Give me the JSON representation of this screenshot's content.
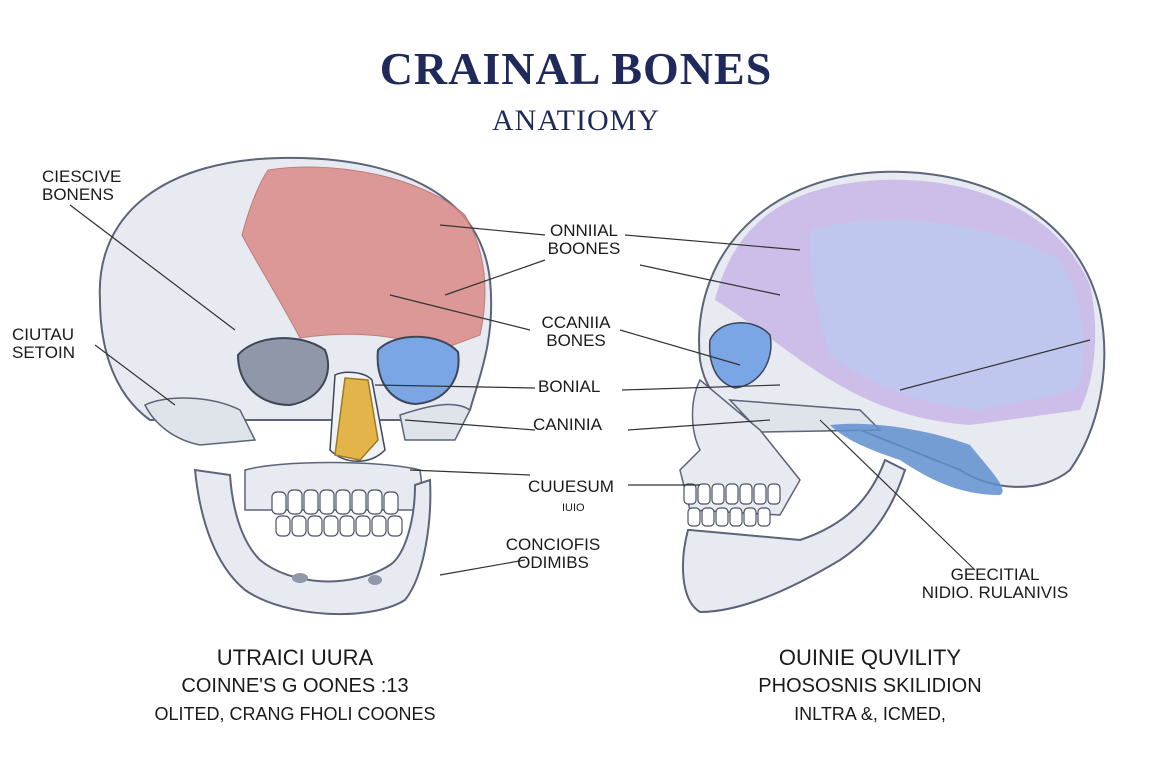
{
  "header": {
    "title": "CRAINAL BONES",
    "subtitle": "ANATIOMY"
  },
  "labels": {
    "top_left": [
      "CIESCIVE",
      "BONENS"
    ],
    "mid_left": [
      "CIUTAU",
      "SETOIN"
    ],
    "center_1": [
      "ONNIIAL",
      "BOONES"
    ],
    "center_2": [
      "CCANIIA",
      "BONES"
    ],
    "center_3": "BONIAL",
    "center_4": "CANINIA",
    "center_5": "CUUESUM",
    "center_5_small": "IUIO",
    "center_6": [
      "CONCIOFIS",
      "ODIMIBS"
    ],
    "right": [
      "GEECITIAL",
      "NIDIO. RULANIVIS"
    ]
  },
  "captions": {
    "left": [
      "UTRAICI UURA",
      "COINNE'S G OONES :13",
      "OLITED, CRANG FHOLI COONES"
    ],
    "right": [
      "OUINIE QUVILITY",
      "PHOSOSNIS SKILIDION",
      "INLTRA &, ICMED,"
    ]
  },
  "colors": {
    "title": "#1f2a5a",
    "frontal_bone": "#d98a88",
    "parietal_bone": "#c9b9e8",
    "nasal_bone": "#e2b44a",
    "orbit_blue": "#7aa6e6",
    "skull_base": "#e9ecf2"
  }
}
